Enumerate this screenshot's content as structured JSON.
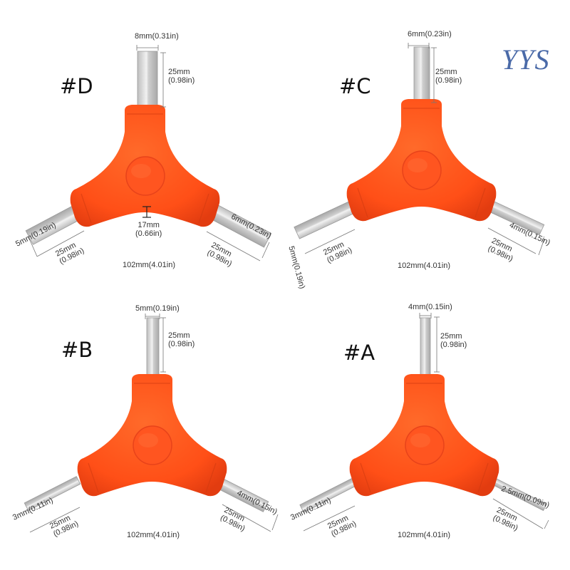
{
  "watermark": "YYS",
  "colors": {
    "handle": "#ff5a1f",
    "handle_shade": "#e8431a",
    "shaft": "#d8d8d8",
    "shaft_edge": "#9a9a9a",
    "text": "#333333",
    "watermark": "#4a6aa8"
  },
  "tools": [
    {
      "id": "D",
      "label": "#D",
      "top_size": "8mm(0.31in)",
      "top_length": [
        "25mm",
        "(0.98in)"
      ],
      "left_size": "5mm(0.19in)",
      "left_length": [
        "25mm",
        "(0.98in)"
      ],
      "right_size": "6mm(0.23in)",
      "right_length": [
        "25mm",
        "(0.98in)"
      ],
      "handle_thickness": [
        "17mm",
        "(0.66in)"
      ],
      "overall_width": "102mm(4.01in)"
    },
    {
      "id": "C",
      "label": "#C",
      "top_size": "6mm(0.23in)",
      "top_length": [
        "25mm",
        "(0.98in)"
      ],
      "left_size": "5mm(0.19in)",
      "left_length": [
        "25mm",
        "(0.98in)"
      ],
      "right_size": "4mm(0.15in)",
      "right_length": [
        "25mm",
        "(0.98in)"
      ],
      "overall_width": "102mm(4.01in)"
    },
    {
      "id": "B",
      "label": "#B",
      "top_size": "5mm(0.19in)",
      "top_length": [
        "25mm",
        "(0.98in)"
      ],
      "left_size": "3mm(0.11in)",
      "left_length": [
        "25mm",
        "(0.98in)"
      ],
      "right_size": "4mm(0.15in)",
      "right_length": [
        "25mm",
        "(0.98in)"
      ],
      "overall_width": "102mm(4.01in)"
    },
    {
      "id": "A",
      "label": "#A",
      "top_size": "4mm(0.15in)",
      "top_length": [
        "25mm",
        "(0.98in)"
      ],
      "left_size": "3mm(0.11in)",
      "left_length": [
        "25mm",
        "(0.98in)"
      ],
      "right_size": "2.5mm(0.09in)",
      "right_length": [
        "25mm",
        "(0.98in)"
      ],
      "overall_width": "102mm(4.01in)"
    }
  ]
}
